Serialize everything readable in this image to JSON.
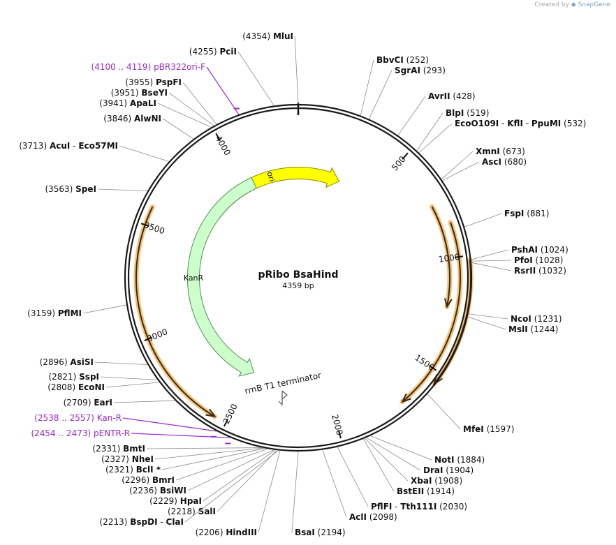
{
  "credit": {
    "prefix": "Created by",
    "brand": "SnapGene"
  },
  "plasmid": {
    "name": "pRibo BsaHind",
    "length_label": "4359 bp",
    "length": 4359
  },
  "ticks": [
    {
      "pos": 500,
      "label": "500"
    },
    {
      "pos": 1000,
      "label": "1000"
    },
    {
      "pos": 1500,
      "label": "1500"
    },
    {
      "pos": 2000,
      "label": "2000"
    },
    {
      "pos": 2500,
      "label": "2500"
    },
    {
      "pos": 3000,
      "label": "3000"
    },
    {
      "pos": 3500,
      "label": "3500"
    },
    {
      "pos": 4000,
      "label": "4000"
    }
  ],
  "features": [
    {
      "name": "ori",
      "color": "#ffff00",
      "stroke": "#8a8a00",
      "start_deg": 307,
      "end_deg": 23,
      "rad": 150,
      "width": 17,
      "dir": "cw"
    },
    {
      "name": "KanR",
      "color": "#ccffcc",
      "stroke": "#4f8f4f",
      "start_deg": 205,
      "end_deg": 335,
      "rad": 150,
      "width": 17,
      "dir": "ccw"
    }
  ],
  "terminator": {
    "label": "rrnB T1 terminator"
  },
  "orfs": [
    {
      "start_deg": 62,
      "end_deg": 101,
      "rad": 217,
      "dir": "cw"
    },
    {
      "start_deg": 70,
      "end_deg": 140,
      "rad": 232,
      "dir": "cw"
    },
    {
      "start_deg": 84,
      "end_deg": 128,
      "rad": 247,
      "dir": "cw"
    },
    {
      "start_deg": 211,
      "end_deg": 296,
      "rad": 232,
      "dir": "ccw"
    }
  ],
  "sites": [
    {
      "id": "MluI",
      "name": "MluI",
      "pos": "(4354)",
      "ang": 0,
      "align": "right"
    },
    {
      "id": "PciI",
      "name": "PciI",
      "pos": "(4255)",
      "ang": -8,
      "align": "right"
    },
    {
      "id": "pBR322ori-F",
      "name": "pBR322ori-F",
      "pos": "(4100 .. 4119)",
      "ang": -20,
      "align": "right",
      "primer": true
    },
    {
      "id": "PspFI",
      "name": "PspFI",
      "pos": "(3955)",
      "ang": -28,
      "align": "right"
    },
    {
      "id": "BseYI",
      "name": "BseYI",
      "pos": "(3951)",
      "ang": -29,
      "align": "right"
    },
    {
      "id": "ApaLI",
      "name": "ApaLI",
      "pos": "(3941)",
      "ang": -30,
      "align": "right"
    },
    {
      "id": "AlwNI",
      "name": "AlwNI",
      "pos": "(3846)",
      "ang": -37,
      "align": "right"
    },
    {
      "id": "AcuI-Eco57MI",
      "name": "AcuI",
      "name2": "Eco57MI",
      "pos": "(3713)",
      "ang": -48,
      "align": "right"
    },
    {
      "id": "SpeI",
      "name": "SpeI",
      "pos": "(3563)",
      "ang": -60,
      "align": "right"
    },
    {
      "id": "PflMI",
      "name": "PflMI",
      "pos": "(3159)",
      "ang": -99,
      "align": "right"
    },
    {
      "id": "AsiSI",
      "name": "AsiSI",
      "pos": "(2896)",
      "ang": -120,
      "align": "right"
    },
    {
      "id": "SspI",
      "name": "SspI",
      "pos": "(2821)",
      "ang": -126,
      "align": "right"
    },
    {
      "id": "EcoNI",
      "name": "EcoNI",
      "pos": "(2808)",
      "ang": -127,
      "align": "right"
    },
    {
      "id": "EarI",
      "name": "EarI",
      "pos": "(2709)",
      "ang": -135,
      "align": "right"
    },
    {
      "id": "Kan-R",
      "name": "Kan-R",
      "pos": "(2538 .. 2557)",
      "ang": -152,
      "align": "right",
      "primer": true
    },
    {
      "id": "pENTR-R",
      "name": "pENTR-R",
      "pos": "(2454 .. 2473)",
      "ang": -157,
      "align": "right",
      "primer": true
    },
    {
      "id": "BmtI",
      "name": "BmtI",
      "pos": "(2331)",
      "ang": -168,
      "align": "right"
    },
    {
      "id": "NheI",
      "name": "NheI",
      "pos": "(2327)",
      "ang": -168.5,
      "align": "right"
    },
    {
      "id": "BclI",
      "name": "BclI *",
      "pos": "(2321)",
      "ang": -169,
      "align": "right"
    },
    {
      "id": "BmrI",
      "name": "BmrI",
      "pos": "(2296)",
      "ang": -170,
      "align": "right"
    },
    {
      "id": "BsiWI",
      "name": "BsiWI",
      "pos": "(2236)",
      "ang": -172,
      "align": "right"
    },
    {
      "id": "HpaI",
      "name": "HpaI",
      "pos": "(2229)",
      "ang": -172.5,
      "align": "right"
    },
    {
      "id": "SalI",
      "name": "SalI",
      "pos": "(2218)",
      "ang": -173,
      "align": "right"
    },
    {
      "id": "BspDI-ClaI",
      "name": "BspDI",
      "name2": "ClaI",
      "pos": "(2213)",
      "ang": -173.5,
      "align": "right"
    },
    {
      "id": "HindIII",
      "name": "HindIII",
      "pos": "(2206)",
      "ang": -174,
      "align": "right"
    },
    {
      "id": "BsaI",
      "name": "BsaI",
      "pos": "(2194)",
      "ang": 180,
      "align": "left"
    },
    {
      "id": "AclI",
      "name": "AclI",
      "pos": "(2098)",
      "ang": 172,
      "align": "left"
    },
    {
      "id": "PflFI-Tth111I",
      "name": "PflFI",
      "name2": "Tth111I",
      "pos": "(2030)",
      "ang": 167,
      "align": "left"
    },
    {
      "id": "BstEII",
      "name": "BstEII",
      "pos": "(1914)",
      "ang": 158,
      "align": "left"
    },
    {
      "id": "XbaI",
      "name": "XbaI",
      "pos": "(1908)",
      "ang": 157.5,
      "align": "left"
    },
    {
      "id": "DraI",
      "name": "DraI",
      "pos": "(1904)",
      "ang": 157,
      "align": "left"
    },
    {
      "id": "NotI",
      "name": "NotI",
      "pos": "(1884)",
      "ang": 155.5,
      "align": "left"
    },
    {
      "id": "MfeI",
      "name": "MfeI",
      "pos": "(1597)",
      "ang": 132,
      "align": "left"
    },
    {
      "id": "MslI",
      "name": "MslI",
      "pos": "(1244)",
      "ang": 103,
      "align": "left"
    },
    {
      "id": "NcoI",
      "name": "NcoI",
      "pos": "(1231)",
      "ang": 102,
      "align": "left"
    },
    {
      "id": "RsrII",
      "name": "RsrII",
      "pos": "(1032)",
      "ang": 85,
      "align": "left"
    },
    {
      "id": "PfoI",
      "name": "PfoI",
      "pos": "(1028)",
      "ang": 84.5,
      "align": "left"
    },
    {
      "id": "PshAI",
      "name": "PshAI",
      "pos": "(1024)",
      "ang": 84,
      "align": "left"
    },
    {
      "id": "FspI",
      "name": "FspI",
      "pos": "(881)",
      "ang": 73,
      "align": "left"
    },
    {
      "id": "AscI",
      "name": "AscI",
      "pos": "(680)",
      "ang": 56,
      "align": "left"
    },
    {
      "id": "XmnI",
      "name": "XmnI",
      "pos": "(673)",
      "ang": 55.5,
      "align": "left"
    },
    {
      "id": "EcoO109I-KflI-PpuMI",
      "name": "EcoO109I",
      "name2": "KflI",
      "name3": "PpuMI",
      "pos": "(532)",
      "ang": 44,
      "align": "left"
    },
    {
      "id": "BlpI",
      "name": "BlpI",
      "pos": "(519)",
      "ang": 43,
      "align": "left"
    },
    {
      "id": "AvrII",
      "name": "AvrII",
      "pos": "(428)",
      "ang": 35,
      "align": "left"
    },
    {
      "id": "SgrAI",
      "name": "SgrAI",
      "pos": "(293)",
      "ang": 24,
      "align": "left"
    },
    {
      "id": "BbvCI",
      "name": "BbvCI",
      "pos": "(252)",
      "ang": 21,
      "align": "left"
    }
  ]
}
